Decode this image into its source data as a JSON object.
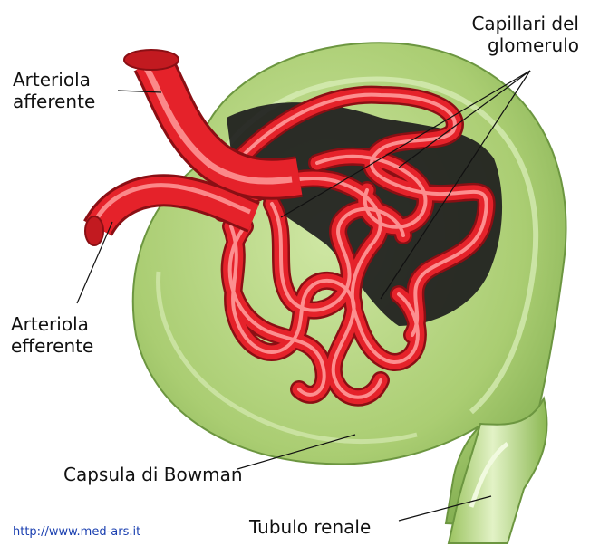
{
  "labels": {
    "afferent_line1": "Arteriola",
    "afferent_line2": "afferente",
    "efferent_line1": "Arteriola",
    "efferent_line2": "efferente",
    "capillaries_line1": "Capillari del",
    "capillaries_line2": "glomerulo",
    "capsule": "Capsula di Bowman",
    "tubule": "Tubulo renale"
  },
  "source_url": "http://www.med-ars.it",
  "colors": {
    "capsule_fill": "#b4d67e",
    "capsule_light": "#dcefbc",
    "capsule_dark": "#7ea84a",
    "vessel": "#e5222a",
    "vessel_highlight": "#ff9a9a",
    "vessel_dark": "#8a0f14",
    "shadow": "#1d1d1d",
    "url": "#1a3fb0"
  },
  "icons": [
    "glomerulus-illustration"
  ]
}
